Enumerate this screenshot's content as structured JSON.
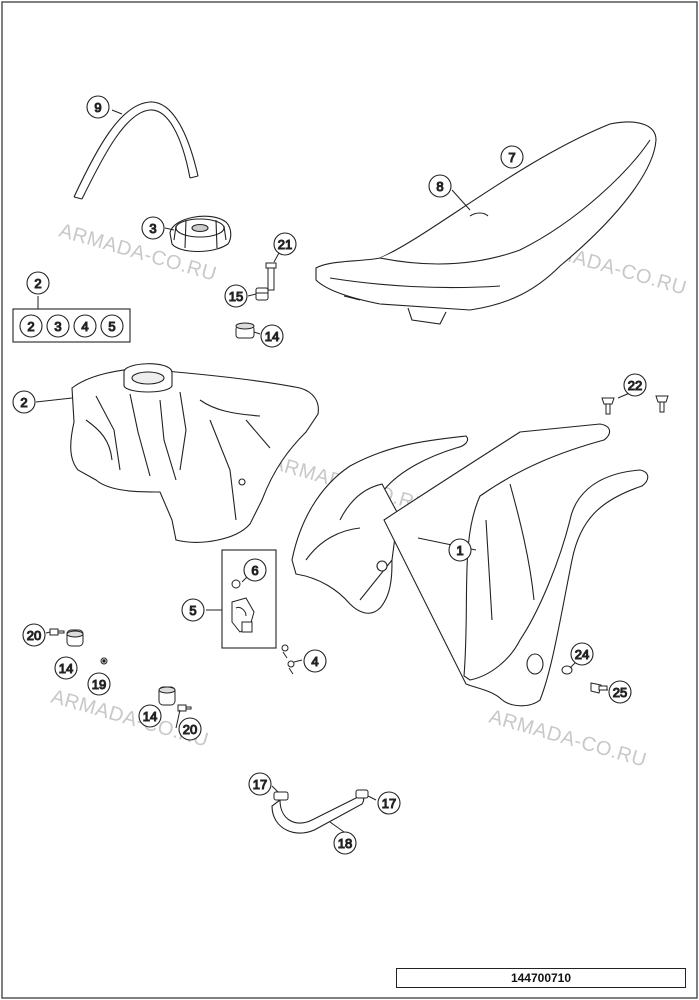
{
  "diagram": {
    "watermark": "ARMADA-CO.RU",
    "document_number": "144700710",
    "callouts": {
      "c1": "1",
      "c2_group": "2",
      "c2_tank": "2",
      "c3": "3",
      "c4": "4",
      "c5": "5",
      "c6": "6",
      "c7": "7",
      "c8": "8",
      "c9": "9",
      "c14_a": "14",
      "c14_b": "14",
      "c14_c": "14",
      "c15": "15",
      "c17_a": "17",
      "c17_b": "17",
      "c18": "18",
      "c19": "19",
      "c20_a": "20",
      "c20_b": "20",
      "c21": "21",
      "c22": "22",
      "c24": "24",
      "c25": "25"
    },
    "kit_contents": [
      "2",
      "3",
      "4",
      "5"
    ]
  }
}
